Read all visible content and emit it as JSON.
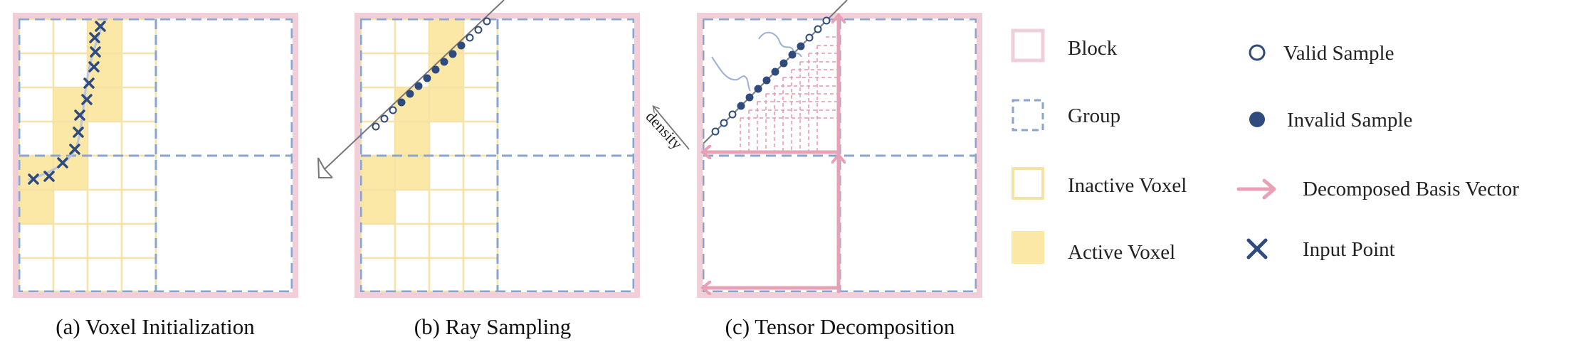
{
  "colors": {
    "block": "#f1cfd9",
    "group": "#8aa4d2",
    "inactive_voxel": "#f5e2a6",
    "active_voxel": "#fbe7a6",
    "sample": "#2f4a7c",
    "basis_vector": "#e8a0b4",
    "basis_dashed": "#e896a8",
    "input_point": "#2f4a7c",
    "curve": "#9ab0d4",
    "ray": "#777777"
  },
  "panels": [
    {
      "caption": "(a) Voxel Initialization"
    },
    {
      "caption": "(b) Ray Sampling"
    },
    {
      "caption": "(c) Tensor Decomposition",
      "axis_label": "density"
    }
  ],
  "legend": [
    {
      "label": "Block",
      "icon": "pink-square-icon"
    },
    {
      "label": "Group",
      "icon": "blue-dashed-square-icon"
    },
    {
      "label": "Inactive Voxel",
      "icon": "yellow-outline-square-icon"
    },
    {
      "label": "Active Voxel",
      "icon": "yellow-filled-square-icon"
    },
    {
      "label": "Valid Sample",
      "icon": "hollow-circle-icon"
    },
    {
      "label": "Invalid Sample",
      "icon": "filled-circle-icon"
    },
    {
      "label": "Decomposed Basis Vector",
      "icon": "pink-arrow-icon"
    },
    {
      "label": "Input Point",
      "icon": "cross-icon"
    }
  ]
}
